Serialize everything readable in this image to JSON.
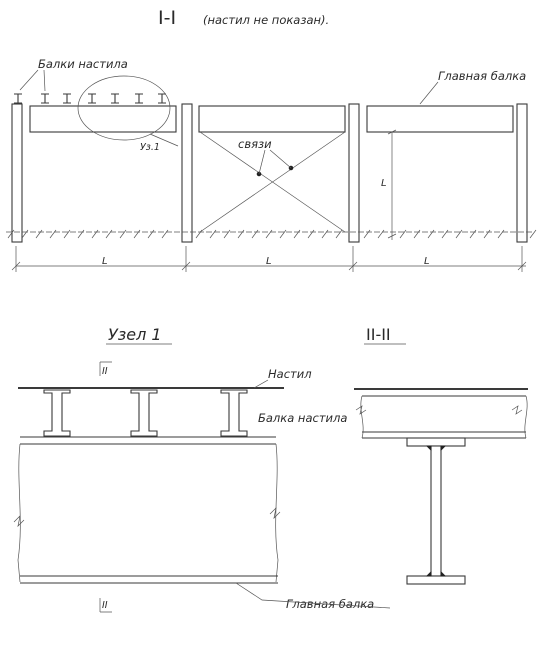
{
  "section_1": {
    "title": "I-I",
    "subtitle": "(настил не показан).",
    "floor_beams_label": "Балки настила",
    "main_beam_label": "Главная балка",
    "bracing_label": "связи",
    "node_ref_label": "Уз.1",
    "height_label": "L",
    "span_labels": [
      "L",
      "L",
      "L"
    ]
  },
  "node_1": {
    "title": "Узел 1",
    "section_mark": "II",
    "decking_label": "Настил",
    "floor_beam_label": "Балка настила",
    "main_beam_label": "Главная балка"
  },
  "section_2": {
    "title": "II-II"
  }
}
